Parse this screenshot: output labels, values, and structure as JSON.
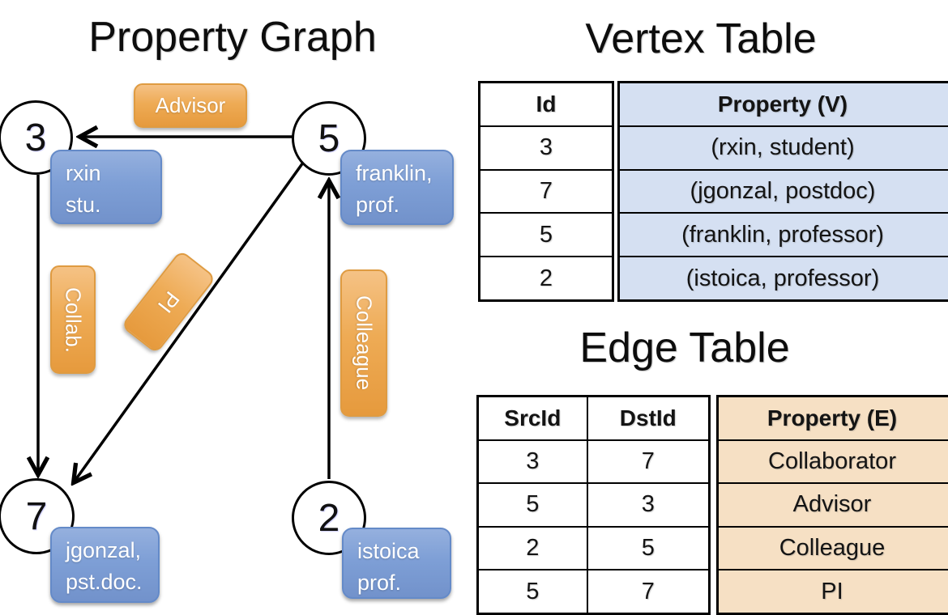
{
  "titles": {
    "graph": "Property Graph",
    "vertex_table": "Vertex Table",
    "edge_table": "Edge Table"
  },
  "graph": {
    "vertices": [
      {
        "id": "3",
        "property_lines": [
          "rxin",
          "stu."
        ]
      },
      {
        "id": "5",
        "property_lines": [
          "franklin,",
          "prof."
        ]
      },
      {
        "id": "7",
        "property_lines": [
          "jgonzal,",
          "pst.doc."
        ]
      },
      {
        "id": "2",
        "property_lines": [
          "istoica",
          "prof."
        ]
      }
    ],
    "edge_labels": [
      {
        "label": "Advisor",
        "orientation": "horizontal",
        "from": "5",
        "to": "3"
      },
      {
        "label": "Collab.",
        "orientation": "vertical",
        "from": "3",
        "to": "7"
      },
      {
        "label": "PI",
        "orientation": "diagonal",
        "from": "5",
        "to": "7"
      },
      {
        "label": "Colleague",
        "orientation": "vertical",
        "from": "2",
        "to": "5"
      }
    ]
  },
  "vertex_table": {
    "columns": [
      "Id",
      "Property (V)"
    ],
    "rows": [
      {
        "id": "3",
        "property": "(rxin, student)"
      },
      {
        "id": "7",
        "property": "(jgonzal, postdoc)"
      },
      {
        "id": "5",
        "property": "(franklin, professor)"
      },
      {
        "id": "2",
        "property": "(istoica, professor)"
      }
    ]
  },
  "edge_table": {
    "columns": [
      "SrcId",
      "DstId",
      "Property (E)"
    ],
    "rows": [
      {
        "src": "3",
        "dst": "7",
        "property": "Collaborator"
      },
      {
        "src": "5",
        "dst": "3",
        "property": "Advisor"
      },
      {
        "src": "2",
        "dst": "5",
        "property": "Colleague"
      },
      {
        "src": "5",
        "dst": "7",
        "property": "PI"
      }
    ]
  },
  "colors": {
    "edge_box_orange": "#EDA54C",
    "edge_table_cell": "#F6E0C4",
    "vertex_box_blue": "#7E9FD6",
    "vertex_table_cell": "#D5E0F2",
    "line": "#000000",
    "background": "#FFFFFF"
  }
}
